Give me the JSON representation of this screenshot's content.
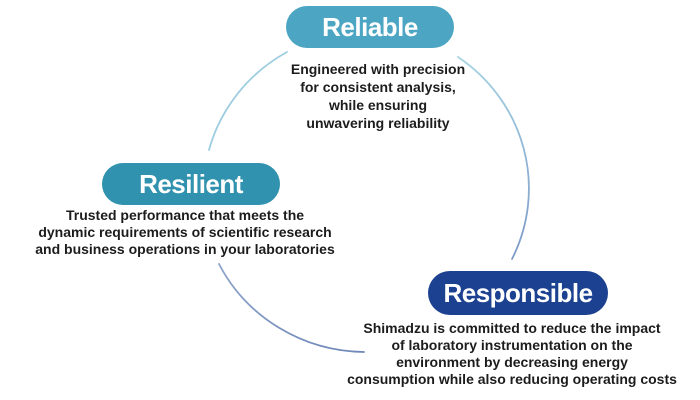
{
  "diagram": {
    "items": [
      {
        "id": "reliable",
        "label": "Reliable",
        "description": "Engineered with precision\nfor consistent analysis,\nwhile ensuring\nunwavering reliability",
        "pill_color": "#4CA6C3"
      },
      {
        "id": "resilient",
        "label": "Resilient",
        "description": "Trusted performance that meets the\ndynamic requirements of scientific research\nand business operations in your laboratories",
        "pill_color": "#3092AE"
      },
      {
        "id": "responsible",
        "label": "Responsible",
        "description": "Shimadzu is committed to reduce the impact\nof laboratory instrumentation on the\nenvironment by decreasing energy\nconsumption while also reducing operating costs",
        "pill_color": "#1C4190"
      }
    ],
    "arc_colors": {
      "left": "#9ECDE0",
      "right_start": "#A6D4E3",
      "right_end": "#7E9CC9",
      "bottom_start": "#8CA3C9",
      "bottom_end": "#6E86B9"
    },
    "text_color": "#1C1C1C",
    "background": "#FFFFFF"
  }
}
